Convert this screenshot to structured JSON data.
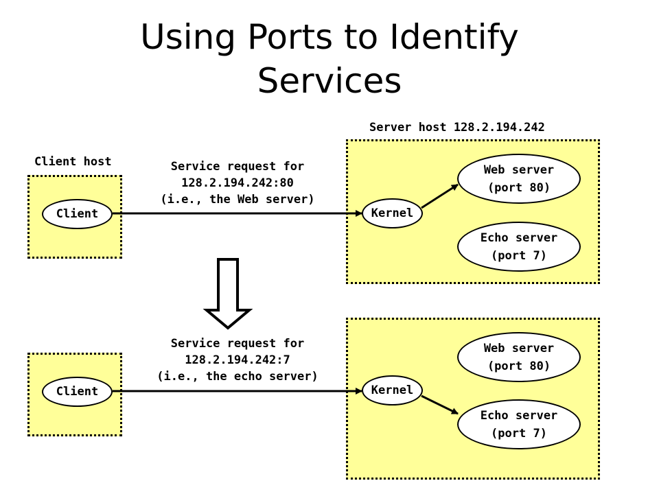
{
  "title": {
    "line1": "Using Ports to Identify",
    "line2": "Services"
  },
  "labels": {
    "server_host": "Server host 128.2.194.242",
    "client_host": "Client host"
  },
  "top": {
    "client": "Client",
    "request_line1": "Service request for",
    "request_line2": "128.2.194.242:80",
    "request_line3": "(i.e., the Web server)",
    "kernel": "Kernel",
    "web_server_line1": "Web server",
    "web_server_line2": "(port 80)",
    "echo_server_line1": "Echo server",
    "echo_server_line2": "(port 7)"
  },
  "bottom": {
    "client": "Client",
    "request_line1": "Service request for",
    "request_line2": "128.2.194.242:7",
    "request_line3": "(i.e., the echo server)",
    "kernel": "Kernel",
    "web_server_line1": "Web server",
    "web_server_line2": "(port 80)",
    "echo_server_line1": "Echo server",
    "echo_server_line2": "(port 7)"
  },
  "colors": {
    "host_fill": "#ffff99",
    "ellipse_fill": "#ffffff",
    "stroke": "#000000"
  }
}
